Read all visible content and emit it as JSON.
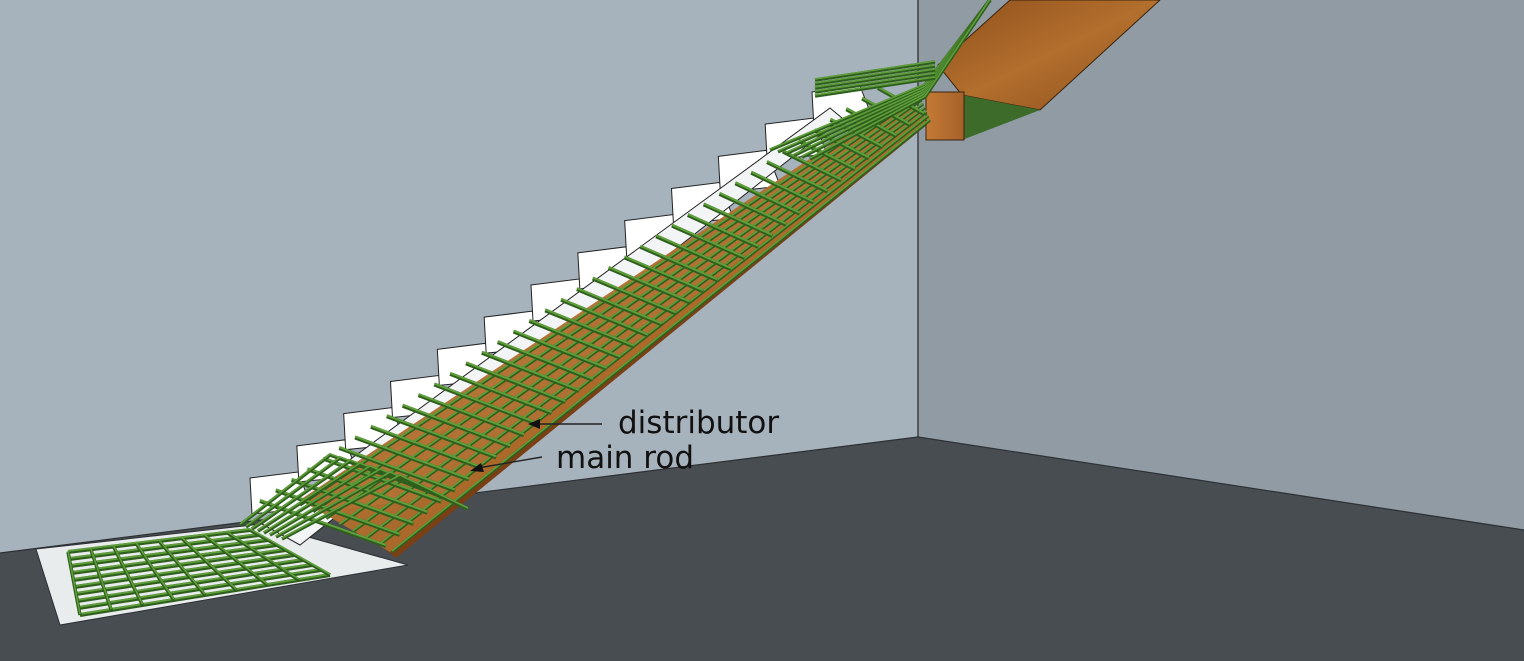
{
  "annotations": {
    "distributor": "distributor",
    "main_rod": "main rod"
  },
  "colors": {
    "left_wall": "#a7b3bc",
    "right_wall": "#909ba3",
    "floor": "#484d52",
    "rebar": "#5f9f3a",
    "rebar_dark": "#2f5f1d",
    "formwork": "#9a5a22",
    "landing_wood": "#b06f2e",
    "step_face": "#ffffff"
  },
  "drawing": {
    "steps_visible": 13,
    "main_rods_on_flight": 8,
    "distributor_bars_on_flight": 40
  }
}
